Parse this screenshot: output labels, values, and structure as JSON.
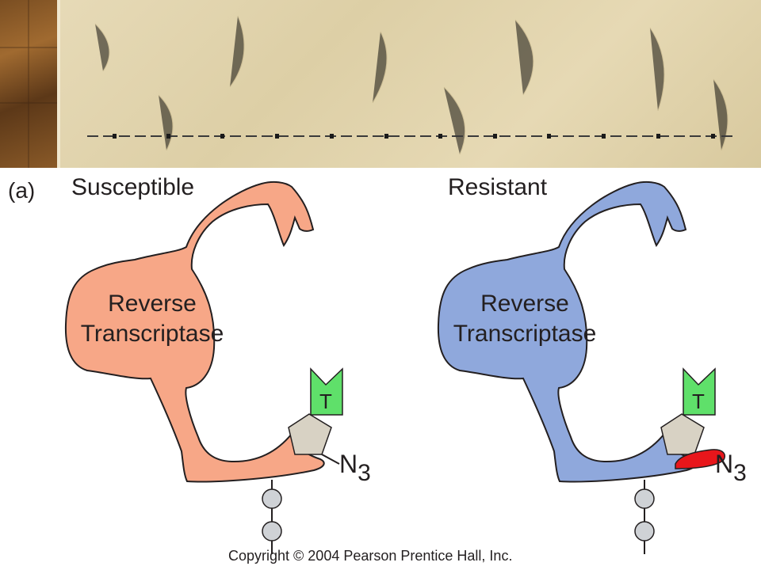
{
  "panel": {
    "label": "(a)",
    "left_title": "Susceptible",
    "right_title": "Resistant"
  },
  "enzyme": {
    "left_line1": "Reverse",
    "left_line2": "Transcriptase",
    "right_line1": "Reverse",
    "right_line2": "Transcriptase"
  },
  "nucleotide": {
    "base_label": "T",
    "azido_label": "N",
    "azido_subscript": "3"
  },
  "footer": {
    "copyright": "Copyright © 2004 Pearson Prentice Hall, Inc."
  },
  "colors": {
    "susceptible_enzyme": "#f7a787",
    "resistant_enzyme": "#8fa8dc",
    "thymine_base": "#5fe06a",
    "sugar": "#d8d2c4",
    "resistance_mutation": "#e8161b",
    "phosphate": "#cfd2d6"
  }
}
